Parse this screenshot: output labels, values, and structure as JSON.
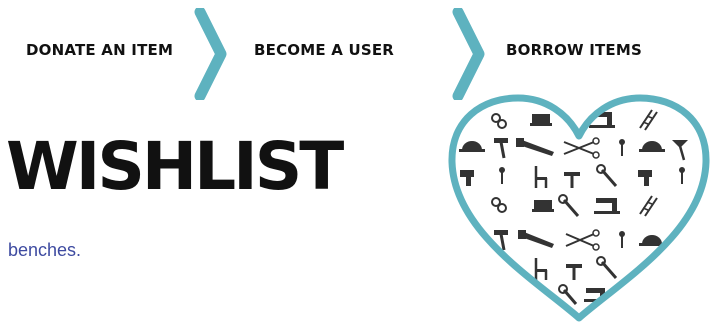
{
  "steps": {
    "items": [
      {
        "label": "DONATE AN ITEM"
      },
      {
        "label": "BECOME A USER"
      },
      {
        "label": "BORROW ITEMS"
      }
    ],
    "chevron_color": "#5eb2bf"
  },
  "main": {
    "title": "WISHLIST",
    "description": "benches."
  },
  "heart": {
    "outline_color": "#5eb2bf",
    "icons": [
      "chain-icon",
      "stapler-icon",
      "sewing-machine-icon",
      "ladder-icon",
      "hard-hat-icon",
      "hammer-icon",
      "saw-icon",
      "scissors-icon",
      "pin-icon",
      "drill-icon",
      "level-icon",
      "chair-icon",
      "trowel-icon",
      "wrench-icon"
    ]
  }
}
